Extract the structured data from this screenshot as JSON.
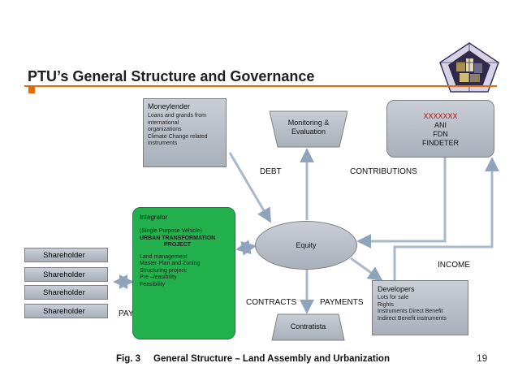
{
  "title": "PTU’s General Structure and Governance",
  "moneylender": {
    "heading": "Moneylender",
    "lines": [
      "Loans and grands from",
      "international",
      "organizations",
      "Climate Change related",
      "instruments"
    ]
  },
  "monitoring": {
    "line1": "Monitoring &",
    "line2": "Evaluation"
  },
  "funders": {
    "code": "XXXXXXX",
    "lines": [
      "ANI",
      "FDN",
      "FINDETER"
    ]
  },
  "labels": {
    "debt": "DEBT",
    "contributions": "CONTRIBUTIONS",
    "income": "INCOME",
    "contracts": "CONTRACTS",
    "payments_right": "PAYMENTS",
    "payments_left": "PAYMENTS"
  },
  "integrator": {
    "heading": "Integrator",
    "sub": "(Single Purpose Vehicle)",
    "project1": "URBAN TRANSFORMATION",
    "project2": "PROJECT",
    "lines": [
      "Land management",
      "Master Plan and Zoning",
      "Structuring project:",
      "Pre –feasibility",
      "Feasibility"
    ]
  },
  "equity": "Equity",
  "contratista": "Contratista",
  "developers": {
    "heading": "Developers",
    "lines": [
      "Lots for sale",
      "Rights",
      "Instruments Direct Benefit",
      "Indirect Benefit instruments"
    ]
  },
  "shareholders": [
    "Shareholder",
    "Shareholder",
    "Shareholder",
    "Shareholder"
  ],
  "footer": {
    "fig": "Fig. 3",
    "caption": "General Structure – Land Assembly and Urbanization",
    "page": "19"
  },
  "colors": {
    "accent": "#e36c09",
    "integrator_fill": "#22b14c",
    "funders_code": "#c00000"
  }
}
